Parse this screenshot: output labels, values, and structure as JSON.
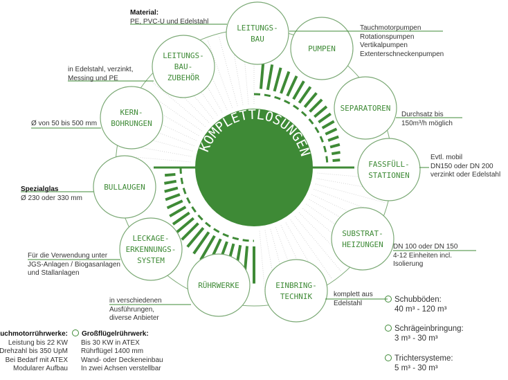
{
  "center": {
    "title": "KOMPLETTLÖSUNGEN",
    "color": "#3e8a36"
  },
  "bubbles": [
    {
      "l1": "LEITUNGS-",
      "l2": "BAU",
      "l3": ""
    },
    {
      "l1": "PUMPEN",
      "l2": "",
      "l3": ""
    },
    {
      "l1": "LEITUNGS-",
      "l2": "BAU-",
      "l3": "ZUBEHÖR"
    },
    {
      "l1": "SEPARATOREN",
      "l2": "",
      "l3": ""
    },
    {
      "l1": "KERN-",
      "l2": "BOHRUNGEN",
      "l3": ""
    },
    {
      "l1": "FASSFÜLL-",
      "l2": "STATIONEN",
      "l3": ""
    },
    {
      "l1": "BULLAUGEN",
      "l2": "",
      "l3": ""
    },
    {
      "l1": "SUBSTRAT-",
      "l2": "HEIZUNGEN",
      "l3": ""
    },
    {
      "l1": "LECKAGE-",
      "l2": "ERKENNUNGS-",
      "l3": "SYSTEM"
    },
    {
      "l1": "RÜHRWERKE",
      "l2": "",
      "l3": ""
    },
    {
      "l1": "EINBRING-",
      "l2": "TECHNIK",
      "l3": ""
    }
  ],
  "notes": {
    "material_title": "Material:",
    "material": "PE, PVC-U und Edelstahl",
    "pumpen": [
      "Tauchmotorpumpen",
      "Rotationspumpen",
      "Vertikalpumpen",
      "Extenterschneckenpumpen"
    ],
    "zubehoer": [
      "in Edelstahl, verzinkt,",
      "Messing und PE"
    ],
    "separatoren": [
      "Durchsatz bis",
      "150m³/h möglich"
    ],
    "kern": "Ø von 50 bis 500 mm",
    "fass": [
      "Evtl. mobil",
      "DN150 oder DN 200",
      "verzinkt oder Edelstahl"
    ],
    "bull_title": "Spezialglas",
    "bull": "Ø 230 oder 330 mm",
    "substrat": [
      "DN 100 oder DN 150",
      "4-12 Einheiten incl.",
      "Isolierung"
    ],
    "leckage": [
      "Für die Verwendung unter",
      "JGS-Anlagen / Biogasanlagen",
      "und Stallanlagen"
    ],
    "einbring": [
      "komplett aus",
      "Edelstahl"
    ],
    "ruehr": [
      "in verschiedenen",
      "Ausführungen,",
      "diverse Anbieter"
    ],
    "tauch_title": "Tauchmotorrührwerke:",
    "tauch": [
      "Leistung bis 22 KW",
      "Drehzahl bis 350 UpM",
      "Bei Bedarf mit ATEX",
      "Modularer Aufbau"
    ],
    "gross_title": "Großflügelrührwerk:",
    "gross": [
      "Bis 30 KW in ATEX",
      "Rührflügel 1400 mm",
      "Wand- oder Deckeneinbau",
      "In zwei Achsen verstellbar"
    ],
    "schub": [
      "Schubböden:",
      "40 m³ - 120 m³"
    ],
    "schraeg": [
      "Schrägeinbringung:",
      "3 m³ - 30 m³"
    ],
    "trichter": [
      "Trichtersysteme:",
      "5 m³ - 30 m³"
    ]
  }
}
